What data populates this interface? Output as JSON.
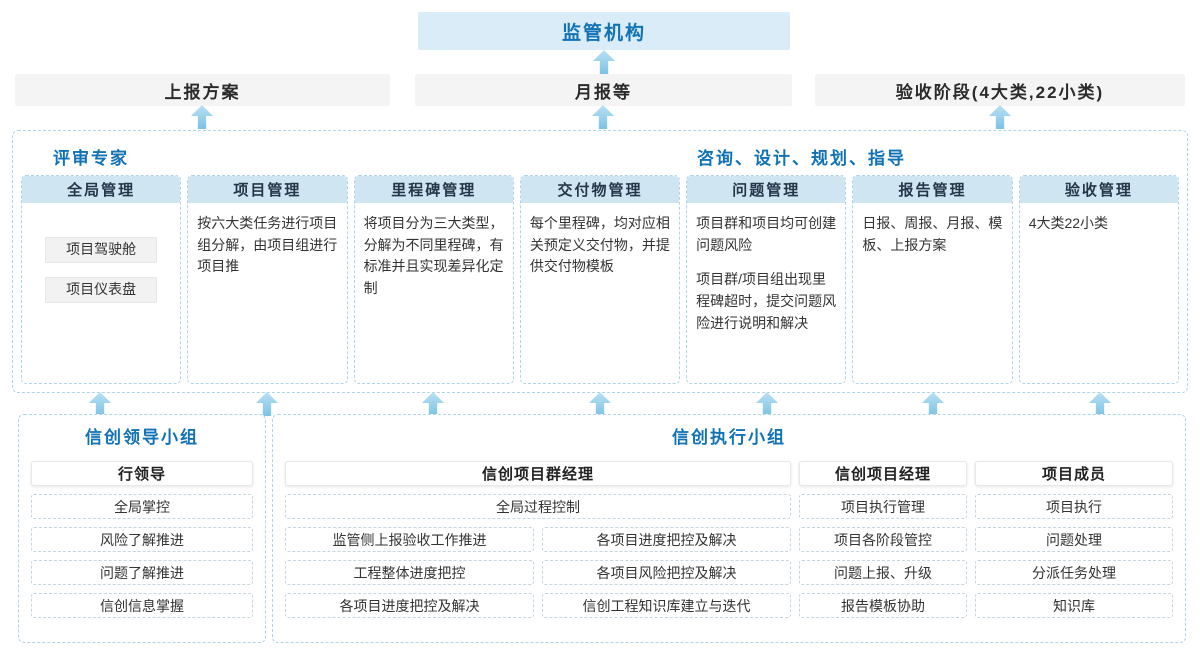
{
  "colors": {
    "accent_blue": "#1272b6",
    "column_header_bg": "#cfe6f2",
    "regulator_bg": "#d9ecf7",
    "gray_box_bg": "#f4f4f4",
    "dashed_border": "#aed4e8",
    "arrow": "#8cc8e8"
  },
  "top": {
    "regulator_label": "监管机构"
  },
  "report_row": {
    "plan": "上报方案",
    "monthly": "月报等",
    "acceptance": "验收阶段(4大类,22小类)"
  },
  "platform": {
    "left_header": "评审专家",
    "right_header": "咨询、设计、规划、指导",
    "columns": [
      {
        "title": "全局管理",
        "boxes": [
          "项目驾驶舱",
          "项目仪表盘"
        ]
      },
      {
        "title": "项目管理",
        "paragraphs": [
          "按六大类任务进行项目组分解，由项目组进行项目推"
        ]
      },
      {
        "title": "里程碑管理",
        "paragraphs": [
          "将项目分为三大类型，分解为不同里程碑，有标准并且实现差异化定制"
        ]
      },
      {
        "title": "交付物管理",
        "paragraphs": [
          "每个里程碑，均对应相关预定义交付物，并提供交付物模板"
        ]
      },
      {
        "title": "问题管理",
        "paragraphs": [
          "项目群和项目均可创建问题风险",
          "项目群/项目组出现里程碑超时，提交问题风险进行说明和解决"
        ]
      },
      {
        "title": "报告管理",
        "paragraphs": [
          "日报、周报、月报、模板、上报方案"
        ]
      },
      {
        "title": "验收管理",
        "paragraphs": [
          "4大类22小类"
        ]
      }
    ]
  },
  "leadership": {
    "title": "信创领导小组",
    "role_header": "行领导",
    "items": [
      "全局掌控",
      "风险了解推进",
      "问题了解推进",
      "信创信息掌握"
    ]
  },
  "execution": {
    "title": "信创执行小组",
    "program_manager": {
      "header": "信创项目群经理",
      "top_item": "全局过程控制",
      "left_items": [
        "监管侧上报验收工作推进",
        "工程整体进度把控",
        "各项目进度把控及解决"
      ],
      "right_items": [
        "各项目进度把控及解决",
        "各项目风险把控及解决",
        "信创工程知识库建立与迭代"
      ]
    },
    "project_manager": {
      "header": "信创项目经理",
      "items": [
        "项目执行管理",
        "项目各阶段管控",
        "问题上报、升级",
        "报告模板协助"
      ]
    },
    "project_member": {
      "header": "项目成员",
      "items": [
        "项目执行",
        "问题处理",
        "分派任务处理",
        "知识库"
      ]
    }
  }
}
